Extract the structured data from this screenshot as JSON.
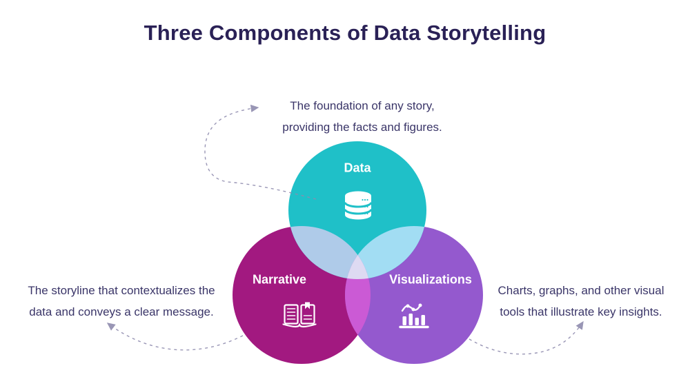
{
  "title": "Three Components of Data Storytelling",
  "venn": {
    "circles": [
      {
        "label": "Data",
        "color": "#1FC0C8",
        "icon": "database-icon"
      },
      {
        "label": "Narrative",
        "color": "#A21980",
        "icon": "open-book-icon"
      },
      {
        "label": "Visualizations",
        "color": "#9459CE",
        "icon": "bar-chart-icon"
      }
    ],
    "overlaps": {
      "data_narrative": "#AFCBE9",
      "data_visualizations": "#A2DDF3",
      "narrative_visualizations": "#CB5AD5",
      "center": "#DEDAF2"
    }
  },
  "annotations": {
    "data": {
      "line1": "The foundation of any story,",
      "line2": "providing the facts and figures."
    },
    "narrative": {
      "line1": "The storyline that contextualizes the",
      "line2": "data and conveys a clear message."
    },
    "visualizations": {
      "line1": "Charts, graphs, and other visual",
      "line2": "tools that illustrate key insights."
    }
  },
  "style": {
    "title_color": "#2A2156",
    "text_color": "#3A3568",
    "arrow_color": "#8F8BAE",
    "background": "#FFFFFF",
    "icon_color": "#FFFFFF"
  }
}
